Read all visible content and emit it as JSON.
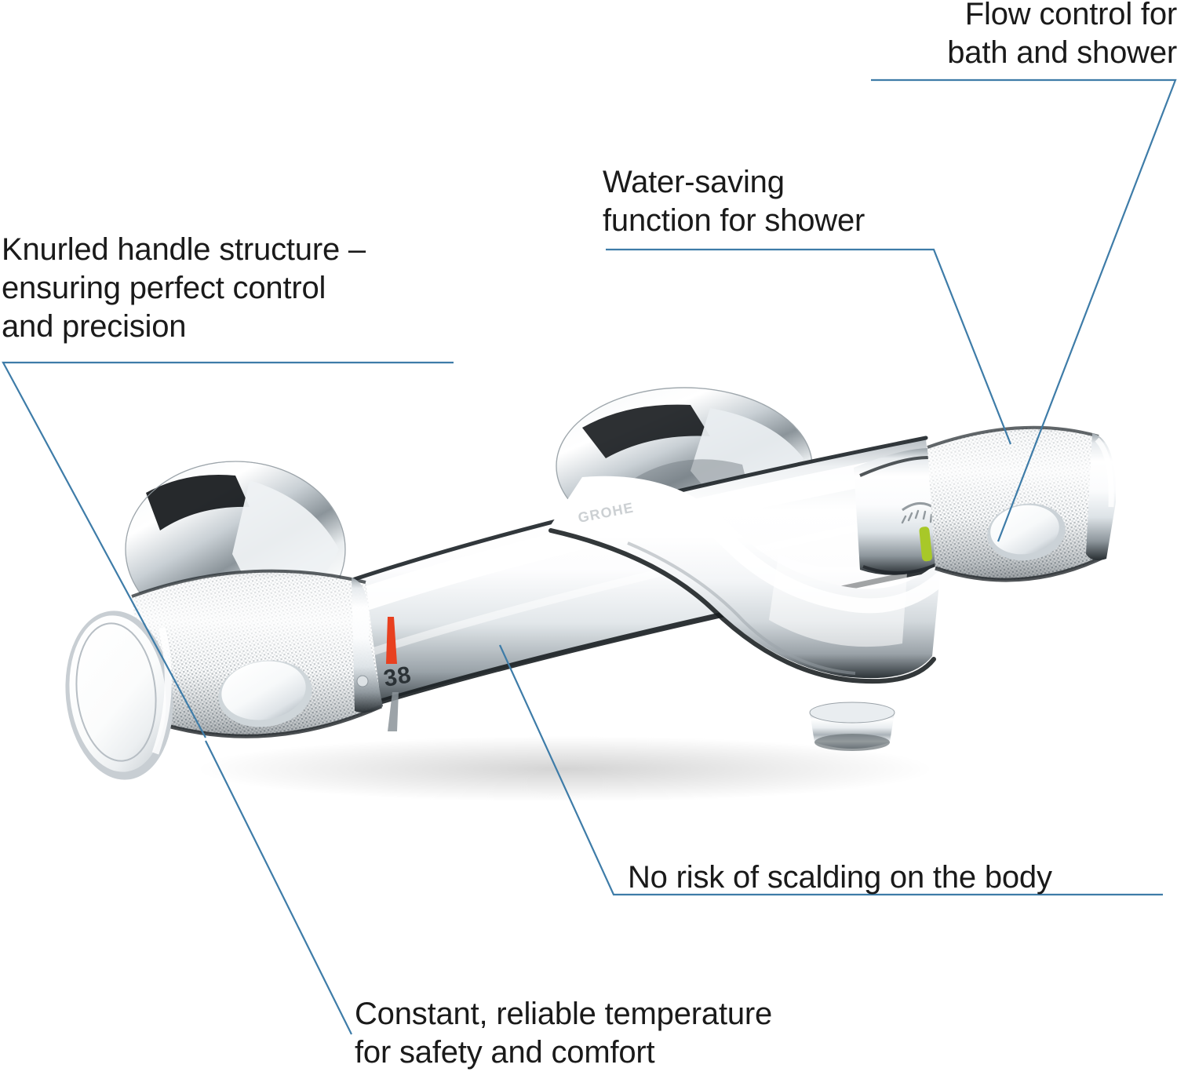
{
  "page": {
    "kind": "product-feature-diagram",
    "product_name": "Thermostatic bath and shower mixer",
    "brand_mark": "GROHE",
    "background_color": "#ffffff",
    "text_color": "#1a1a1a",
    "leader_line_color": "#3e7ca8"
  },
  "callouts": [
    {
      "id": "flow-control",
      "text": "Flow control for\nbath and shower",
      "align": "right",
      "points_to": "right-handle-knurled-grip"
    },
    {
      "id": "water-saving",
      "text": "Water-saving\nfunction for shower",
      "align": "left",
      "points_to": "right-handle-ecojoy-indicator"
    },
    {
      "id": "knurled-handle",
      "text": "Knurled handle structure –\nensuring perfect control\nand precision",
      "align": "left",
      "points_to": "left-handle-knurled-grip"
    },
    {
      "id": "no-scalding",
      "text": "No risk of scalding on the body",
      "align": "left",
      "points_to": "cool-touch-body"
    },
    {
      "id": "constant-temperature",
      "text": "Constant, reliable temperature\nfor safety and comfort",
      "align": "left",
      "points_to": "left-handle-temperature-dial"
    }
  ],
  "product": {
    "temperature_marking": "38",
    "safety_stop_color": "#e8401f",
    "eco_indicator_color": "#a8c828",
    "chrome_light": "#ffffff",
    "chrome_mid": "#d8dcdf",
    "chrome_dark": "#8e979d",
    "chrome_shadow": "#1b1f22",
    "parts": [
      {
        "name": "left-wall-escutcheon",
        "finish": "chrome"
      },
      {
        "name": "right-wall-escutcheon",
        "finish": "chrome"
      },
      {
        "name": "left-handle-knurled-grip",
        "finish": "knurled-chrome"
      },
      {
        "name": "left-handle-end-cap",
        "finish": "gloss-white"
      },
      {
        "name": "left-handle-safety-stop-button",
        "finish": "gloss-chrome"
      },
      {
        "name": "right-handle-knurled-grip",
        "finish": "knurled-chrome"
      },
      {
        "name": "right-handle-flow-button",
        "finish": "gloss-chrome"
      },
      {
        "name": "thermostatic-body",
        "finish": "chrome"
      },
      {
        "name": "spout",
        "finish": "chrome"
      },
      {
        "name": "spout-outlet",
        "finish": "chrome"
      },
      {
        "name": "temperature-scale-38",
        "finish": "printed"
      },
      {
        "name": "eco-shower-symbol",
        "finish": "printed"
      }
    ]
  }
}
